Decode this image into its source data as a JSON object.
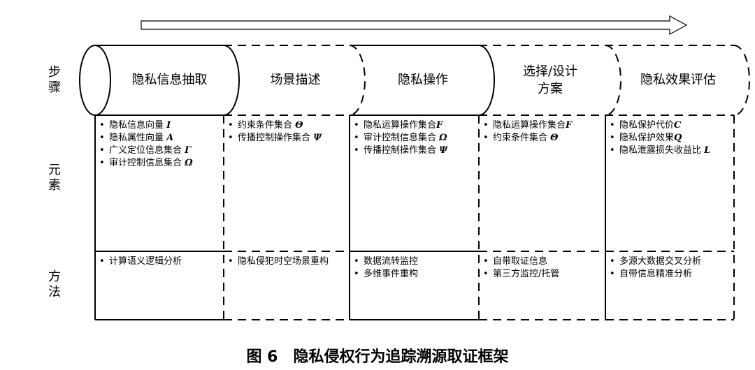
{
  "row_labels": {
    "steps": [
      "步",
      "骤"
    ],
    "elements": [
      "元",
      "素"
    ],
    "methods": [
      "方",
      "法"
    ]
  },
  "stages": [
    {
      "title": "隐私信息抽取",
      "elements": [
        {
          "text": "隐私信息向量 ",
          "symbol": "I"
        },
        {
          "text": "隐私属性向量 ",
          "symbol": "A"
        },
        {
          "text": "广义定位信息集合 ",
          "symbol": "Γ"
        },
        {
          "text": "审计控制信息集合 ",
          "symbol": "Ω"
        }
      ],
      "methods": [
        {
          "text": "计算语义逻辑分析",
          "symbol": ""
        }
      ]
    },
    {
      "title": "场景描述",
      "elements": [
        {
          "text": "约束条件集合 ",
          "symbol": "Θ"
        },
        {
          "text": "传播控制操作集合 ",
          "symbol": "Ψ"
        }
      ],
      "methods": [
        {
          "text": "隐私侵犯时空场景重构",
          "symbol": ""
        }
      ]
    },
    {
      "title": "隐私操作",
      "elements": [
        {
          "text": "隐私运算操作集合",
          "symbol": "F"
        },
        {
          "text": "审计控制信息集合 ",
          "symbol": "Ω"
        },
        {
          "text": "传播控制操作集合 ",
          "symbol": "Ψ"
        }
      ],
      "methods": [
        {
          "text": "数据流转监控",
          "symbol": ""
        },
        {
          "text": "多维事件重构",
          "symbol": ""
        }
      ]
    },
    {
      "title": "选择/设计方案",
      "title_lines": [
        "选择/设计",
        "方案"
      ],
      "elements": [
        {
          "text": "隐私运算操作集合",
          "symbol": "F"
        },
        {
          "text": "约束条件集合 ",
          "symbol": "Θ"
        }
      ],
      "methods": [
        {
          "text": "自带取证信息",
          "symbol": ""
        },
        {
          "text": "第三方监控/托管",
          "symbol": ""
        }
      ]
    },
    {
      "title": "隐私效果评估",
      "elements": [
        {
          "text": "隐私保护代价",
          "symbol": "C"
        },
        {
          "text": "隐私保护效果",
          "symbol": "Q"
        },
        {
          "text": "隐私泄露损失收益比 ",
          "symbol": "L"
        }
      ],
      "methods": [
        {
          "text": "多源大数据交叉分析",
          "symbol": ""
        },
        {
          "text": "自带信息精准分析",
          "symbol": ""
        }
      ]
    }
  ],
  "caption": "图 6　隐私侵权行为追踪溯源取证框架",
  "colors": {
    "line": "#000000",
    "background": "#ffffff"
  }
}
